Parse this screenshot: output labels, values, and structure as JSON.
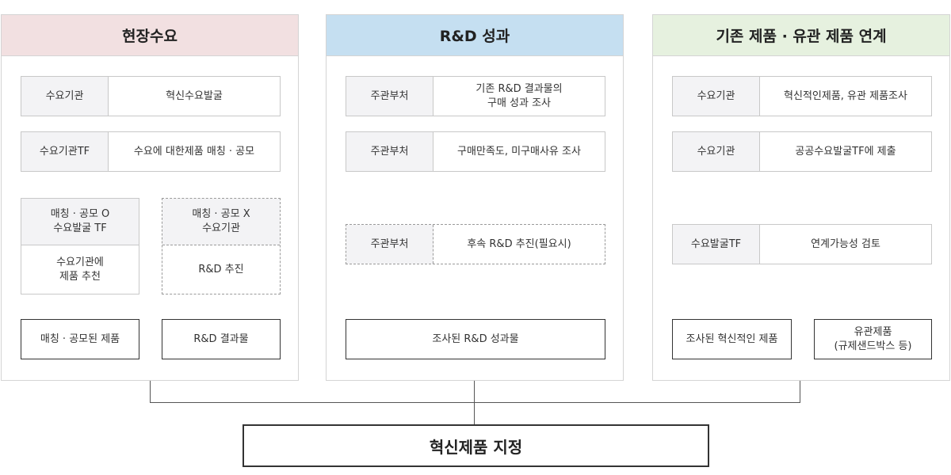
{
  "colors": {
    "panel1_header": "#f2e0e1",
    "panel2_header": "#c5dff1",
    "panel3_header": "#e6f1df"
  },
  "panel1": {
    "title": "현장수요",
    "row1": {
      "label": "수요기관",
      "text": "혁신수요발굴"
    },
    "row2": {
      "label": "수요기관TF",
      "text": "수요에 대한제품 매칭 · 공모"
    },
    "branch_o": {
      "label": "매칭 · 공모 O\n수요발굴 TF",
      "text": "수요기관에\n제품 추천"
    },
    "branch_x": {
      "label": "매칭 · 공모 X\n수요기관",
      "text": "R&D 추진"
    },
    "result_o": "매칭 · 공모된 제품",
    "result_x": "R&D 결과물"
  },
  "panel2": {
    "title": "R&D 성과",
    "row1": {
      "label": "주관부처",
      "text": "기존 R&D 결과물의\n구매 성과 조사"
    },
    "row2": {
      "label": "주관부처",
      "text": "구매만족도, 미구매사유 조사"
    },
    "row3": {
      "label": "주관부처",
      "text": "후속 R&D 추진(필요시)"
    },
    "result": "조사된 R&D 성과물"
  },
  "panel3": {
    "title": "기존 제품 · 유관 제품 연계",
    "row1": {
      "label": "수요기관",
      "text": "혁신적인제품, 유관 제품조사"
    },
    "row2": {
      "label": "수요기관",
      "text": "공공수요발굴TF에 제출"
    },
    "row3": {
      "label": "수요발굴TF",
      "text": "연계가능성 검토"
    },
    "result_left": "조사된 혁신적인 제품",
    "result_right": "유관제품\n(규제샌드박스 등)"
  },
  "final": "혁신제품 지정"
}
